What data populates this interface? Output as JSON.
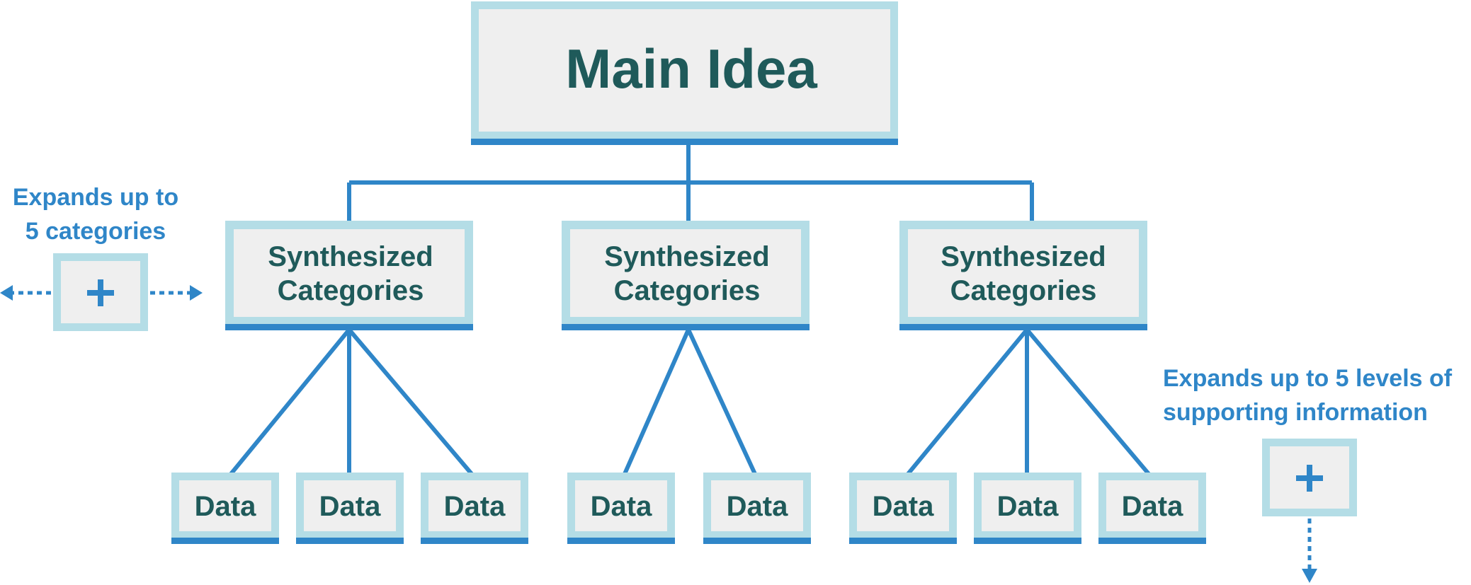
{
  "main": {
    "label": "Main Idea"
  },
  "categories": [
    {
      "line1": "Synthesized",
      "line2": "Categories",
      "data": [
        "Data",
        "Data",
        "Data"
      ]
    },
    {
      "line1": "Synthesized",
      "line2": "Categories",
      "data": [
        "Data",
        "Data"
      ]
    },
    {
      "line1": "Synthesized",
      "line2": "Categories",
      "data": [
        "Data",
        "Data",
        "Data"
      ]
    }
  ],
  "notes": {
    "left_line1": "Expands up to",
    "left_line2": "5 categories",
    "right_line1": "Expands up to 5 levels of",
    "right_line2": "supporting information"
  },
  "icons": {
    "expand_categories": "plus-icon",
    "expand_levels": "plus-icon",
    "arrows": [
      "dotted-arrow-left-icon",
      "dotted-arrow-right-icon",
      "dotted-arrow-down-icon"
    ]
  },
  "colors": {
    "box_fill": "#efefef",
    "box_border": "#b4dde6",
    "accent": "#2f86c8",
    "text_dark": "#1f5a5a",
    "note_text": "#2f86c8"
  }
}
